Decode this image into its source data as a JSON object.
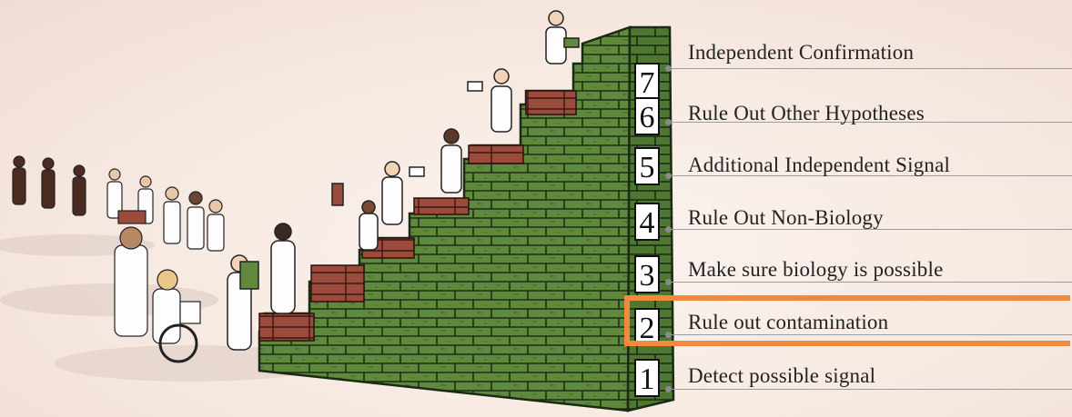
{
  "steps": [
    {
      "number": "7",
      "label": "Independent Confirmation"
    },
    {
      "number": "6",
      "label": "Rule Out Other Hypotheses"
    },
    {
      "number": "5",
      "label": "Additional Independent Signal"
    },
    {
      "number": "4",
      "label": "Rule Out Non-Biology"
    },
    {
      "number": "3",
      "label": "Make sure biology is possible"
    },
    {
      "number": "2",
      "label": "Rule out contamination"
    },
    {
      "number": "1",
      "label": "Detect possible signal"
    }
  ],
  "highlighted_step": "2",
  "colors": {
    "brick_green": "#5e8a3c",
    "brick_top_red": "#9a4b3c",
    "highlight": "#f28a3c",
    "background": "#f7eae3"
  }
}
